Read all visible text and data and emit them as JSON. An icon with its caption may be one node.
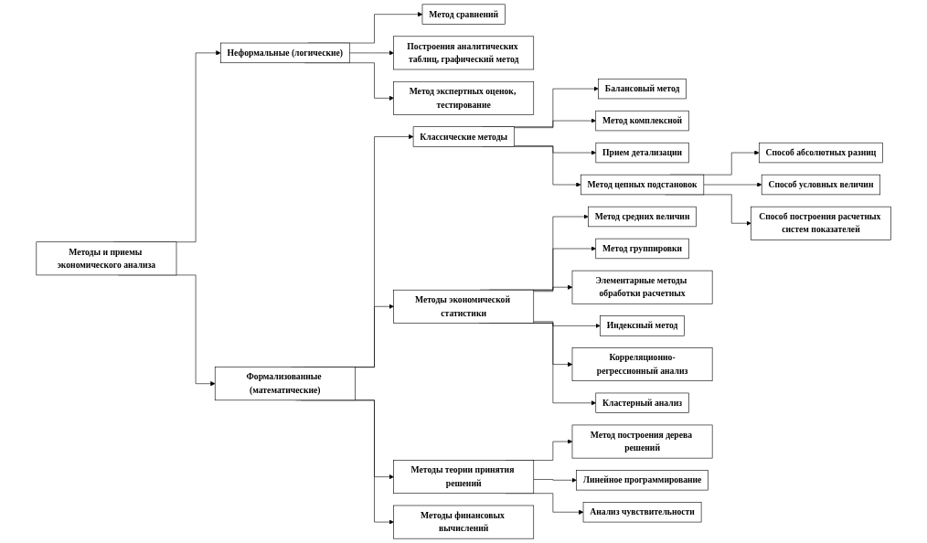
{
  "diagram": {
    "nodes": [
      {
        "text": [
          "Методы и приемы экономического анализа"
        ]
      },
      {
        "text": [
          "Неформальные (логические)"
        ]
      },
      {
        "text": [
          "Формализованные (математические)"
        ]
      },
      {
        "text": [
          "Метод сравнений"
        ]
      },
      {
        "text": [
          "Построения аналитических таблиц, графический метод"
        ]
      },
      {
        "text": [
          "Метод экспертных оценок, тестирование"
        ]
      },
      {
        "text": [
          "Классические методы"
        ]
      },
      {
        "text": [
          "Методы экономической статистики"
        ]
      },
      {
        "text": [
          "Методы теории принятия решений"
        ]
      },
      {
        "text": [
          "Балансовый метод"
        ]
      },
      {
        "text": [
          "Метод комплексной"
        ]
      },
      {
        "text": [
          "Прием детализации"
        ]
      },
      {
        "text": [
          "Метод цепных подстановок"
        ]
      },
      {
        "text": [
          "Способ абсолютных разниц"
        ]
      },
      {
        "text": [
          "Способ условных величин"
        ]
      },
      {
        "text": [
          "Способ построения расчетных систем показателей"
        ]
      },
      {
        "text": [
          "Метод средних величин"
        ]
      },
      {
        "text": [
          "Метод группировки"
        ]
      },
      {
        "text": [
          "Элементарные методы обработки расчетных"
        ]
      },
      {
        "text": [
          "Индексный метод"
        ]
      },
      {
        "text": [
          "Корреляционно-регрессионный анализ"
        ]
      },
      {
        "text": [
          "Кластерный анализ"
        ]
      },
      {
        "text": [
          "Метод построения дерева решений"
        ]
      },
      {
        "text": [
          "Линейное программирование"
        ]
      },
      {
        "text": [
          "Анализ чувствительности"
        ]
      },
      {
        "text": [
          "Методы финансовых вычислений"
        ]
      }
    ],
    "edges": [
      {
        "from": 0,
        "to": 1,
        "arrow": "to"
      },
      {
        "from": 0,
        "to": 2,
        "arrow": "to"
      },
      {
        "from": 1,
        "to": 3,
        "arrow": "to"
      },
      {
        "from": 1,
        "to": 4,
        "arrow": "to"
      },
      {
        "from": 1,
        "to": 5,
        "arrow": "to"
      },
      {
        "from": 2,
        "to": 6,
        "arrow": "to"
      },
      {
        "from": 2,
        "to": 7,
        "arrow": "to"
      },
      {
        "from": 2,
        "to": 8,
        "arrow": "to"
      },
      {
        "from": 6,
        "to": 9,
        "arrow": "to"
      },
      {
        "from": 6,
        "to": 10,
        "arrow": "to"
      },
      {
        "from": 6,
        "to": 11,
        "arrow": "to"
      },
      {
        "from": 6,
        "to": 12,
        "arrow": "to"
      },
      {
        "from": 12,
        "to": 13,
        "arrow": "to"
      },
      {
        "from": 12,
        "to": 14,
        "arrow": "to"
      },
      {
        "from": 12,
        "to": 15,
        "arrow": "to"
      },
      {
        "from": 7,
        "to": 16,
        "arrow": "to"
      },
      {
        "from": 7,
        "to": 17,
        "arrow": "to"
      },
      {
        "from": 7,
        "to": 18,
        "arrow": "to"
      },
      {
        "from": 7,
        "to": 19,
        "arrow": "to"
      },
      {
        "from": 7,
        "to": 20,
        "arrow": "to"
      },
      {
        "from": 7,
        "to": 21,
        "arrow": "to"
      },
      {
        "from": 8,
        "to": 22,
        "arrow": "to"
      },
      {
        "from": 8,
        "to": 23,
        "arrow": "to"
      },
      {
        "from": 8,
        "to": 24,
        "arrow": "to"
      },
      {
        "from": 2,
        "to": 25,
        "arrow": "to"
      }
    ]
  }
}
